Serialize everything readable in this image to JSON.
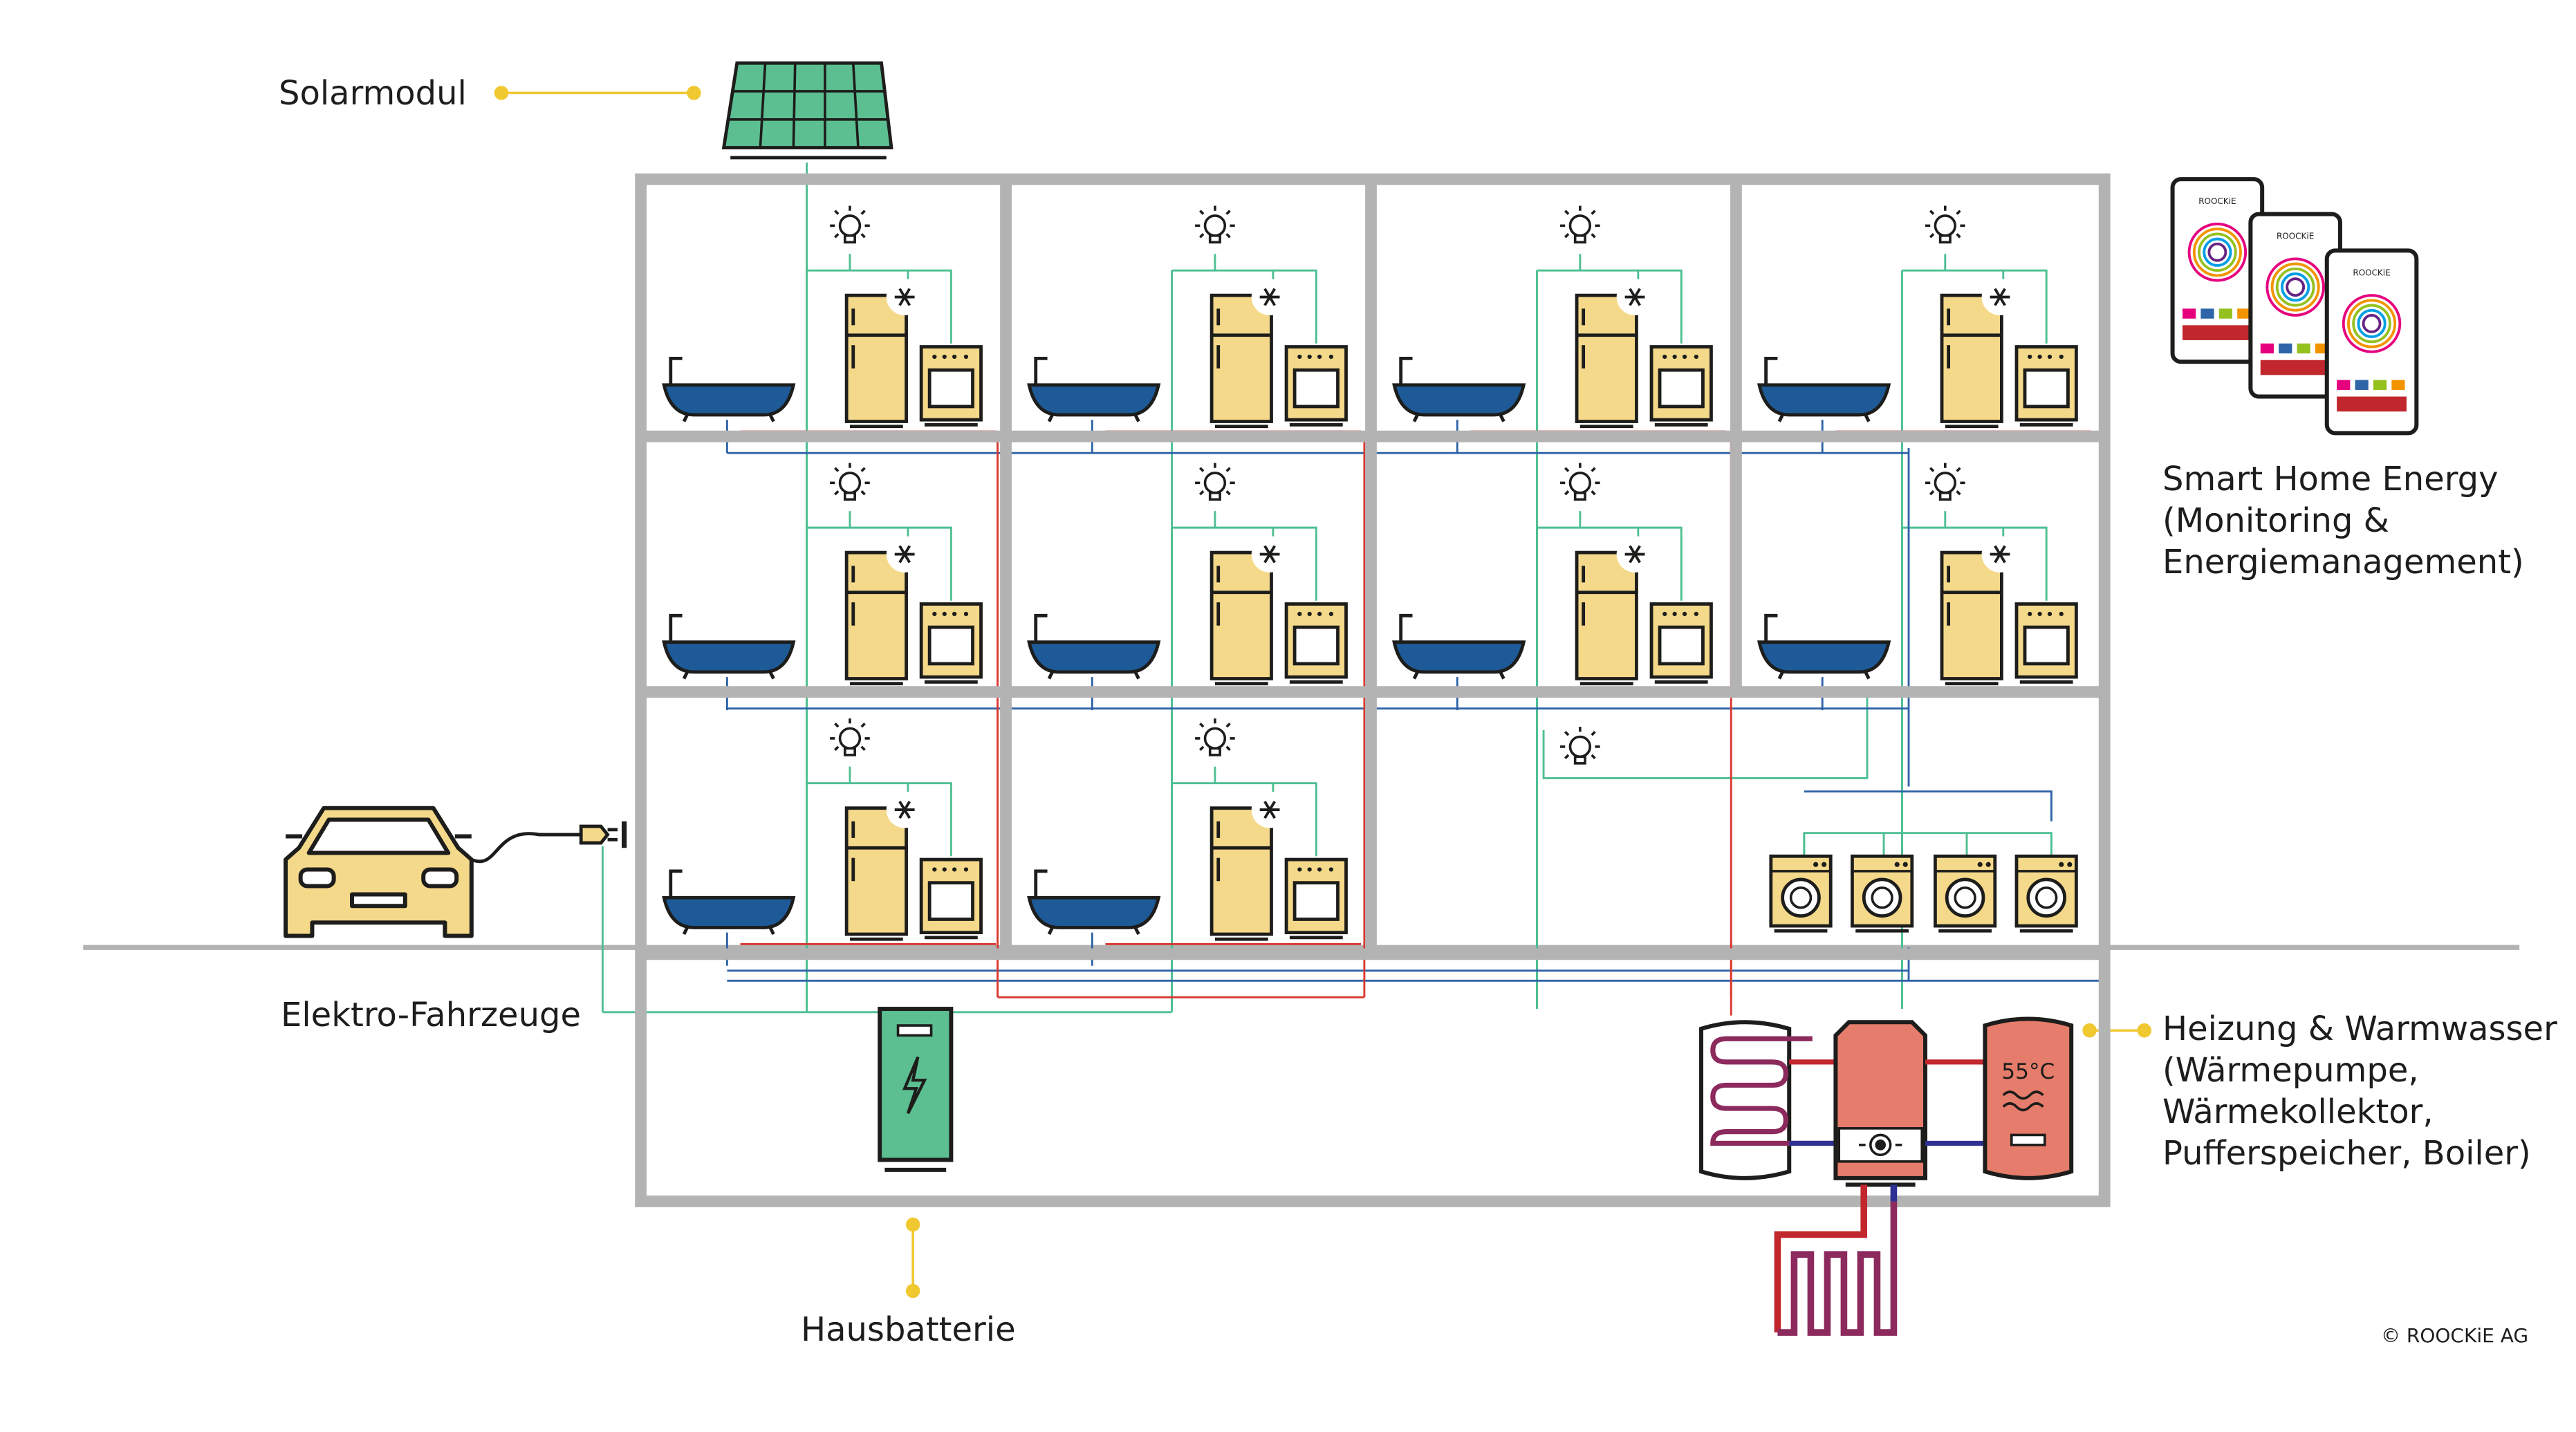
{
  "labels": {
    "solar": "Solarmodul",
    "ev": "Elektro-Fahrzeuge",
    "battery": "Hausbatterie",
    "smart_home": [
      "Smart Home Energy",
      "(Monitoring &",
      "Energiemanagement)"
    ],
    "heating": [
      "Heizung & Warmwasser",
      "(Wärmepumpe,",
      "Wärmekollektor,",
      "Pufferspeicher, Boiler)"
    ],
    "copyright": "© ROOCKiE AG"
  },
  "boiler_temperature": "55°C",
  "phone_brand": "ROOCKiE",
  "icons": [
    "solar-panel-icon",
    "lightbulb-icon",
    "fridge-icon",
    "snowflake-icon",
    "stove-icon",
    "bathtub-icon",
    "washing-machine-icon",
    "car-icon",
    "plug-icon",
    "battery-icon",
    "bolt-icon",
    "heat-pump-icon",
    "buffer-tank-icon",
    "boiler-icon",
    "floor-heating-icon",
    "smartphone-icon"
  ],
  "colors": {
    "frame": "#b3b3b3",
    "solar": "#5bbf91",
    "appliance": "#f5d98a",
    "tub": "#1d5a97",
    "line_green": "#4dbf92",
    "line_blue": "#2e64a8",
    "line_red": "#d9382f",
    "battery": "#5bbf91",
    "heater": "#e67c6b",
    "leader": "#f0c830",
    "pipe_red": "#c1272d",
    "pipe_blue": "#2e3192"
  }
}
